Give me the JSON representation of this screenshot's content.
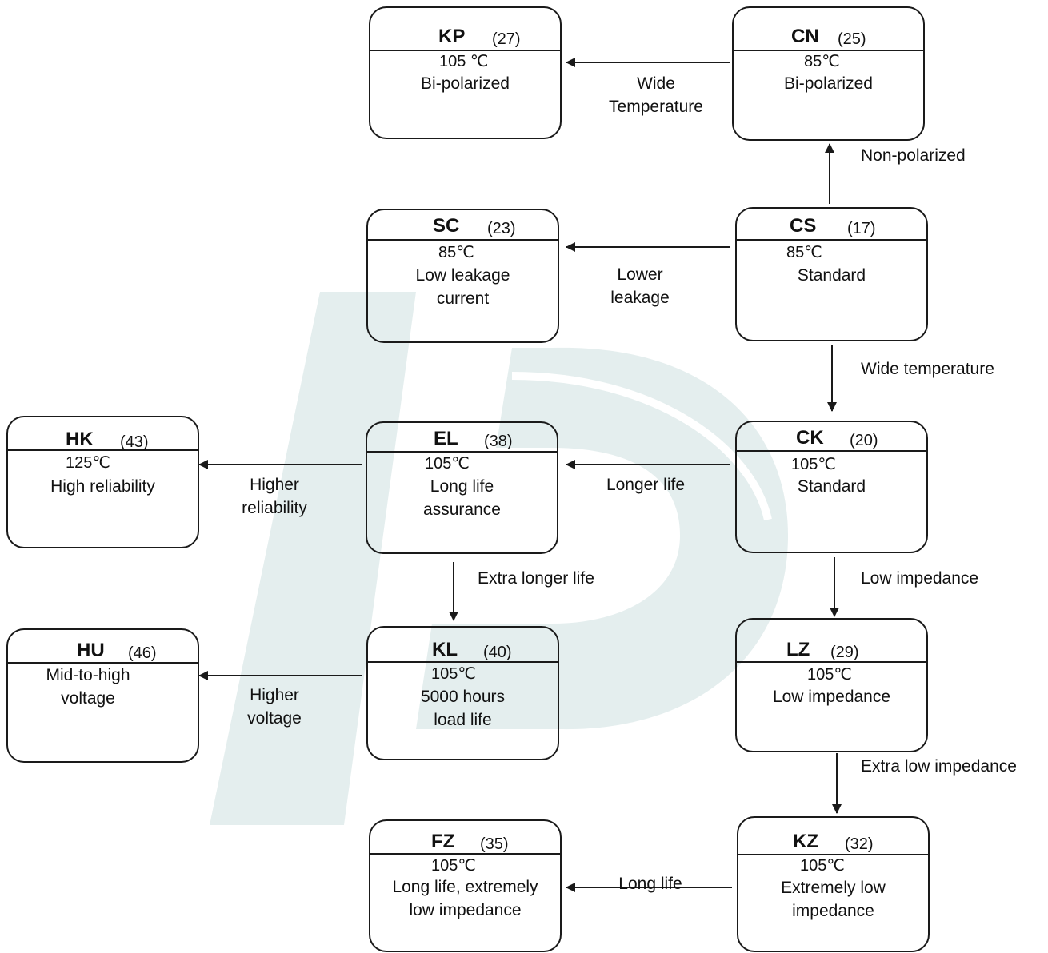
{
  "nodes": {
    "kp": {
      "code": "KP",
      "num": "(27)",
      "temp": "105 ℃",
      "desc": "Bi-polarized"
    },
    "cn": {
      "code": "CN",
      "num": "(25)",
      "temp": "85℃",
      "desc": "Bi-polarized"
    },
    "sc": {
      "code": "SC",
      "num": "(23)",
      "temp": "85℃",
      "desc": "Low leakage\ncurrent"
    },
    "cs": {
      "code": "CS",
      "num": "(17)",
      "temp": "85℃",
      "desc": "Standard"
    },
    "hk": {
      "code": "HK",
      "num": "(43)",
      "temp": "125℃",
      "desc": "High reliability"
    },
    "el": {
      "code": "EL",
      "num": "(38)",
      "temp": "105℃",
      "desc": "Long life\nassurance"
    },
    "ck": {
      "code": "CK",
      "num": "(20)",
      "temp": "105℃",
      "desc": "Standard"
    },
    "hu": {
      "code": "HU",
      "num": "(46)",
      "temp": "",
      "desc": "Mid-to-high\nvoltage"
    },
    "kl": {
      "code": "KL",
      "num": "(40)",
      "temp": "105℃",
      "desc": "5000 hours\nload life"
    },
    "lz": {
      "code": "LZ",
      "num": "(29)",
      "temp": "105℃",
      "desc": "Low impedance"
    },
    "fz": {
      "code": "FZ",
      "num": "(35)",
      "temp": "105℃",
      "desc": "Long life, extremely\nlow impedance"
    },
    "kz": {
      "code": "KZ",
      "num": "(32)",
      "temp": "105℃",
      "desc": "Extremely low\nimpedance"
    }
  },
  "edges": {
    "cn_kp": "Wide\nTemperature",
    "cs_cn": "Non-polarized",
    "cs_sc": "Lower\nleakage",
    "cs_ck": "Wide temperature",
    "ck_el": "Longer life",
    "el_hk": "Higher\nreliability",
    "el_kl": "Extra longer life",
    "ck_lz": "Low impedance",
    "kl_hu": "Higher\nvoltage",
    "lz_kz": "Extra low impedance",
    "kz_fz": "Long life"
  },
  "colors": {
    "watermark": "#e4eeee",
    "line": "#1a1a1a"
  }
}
